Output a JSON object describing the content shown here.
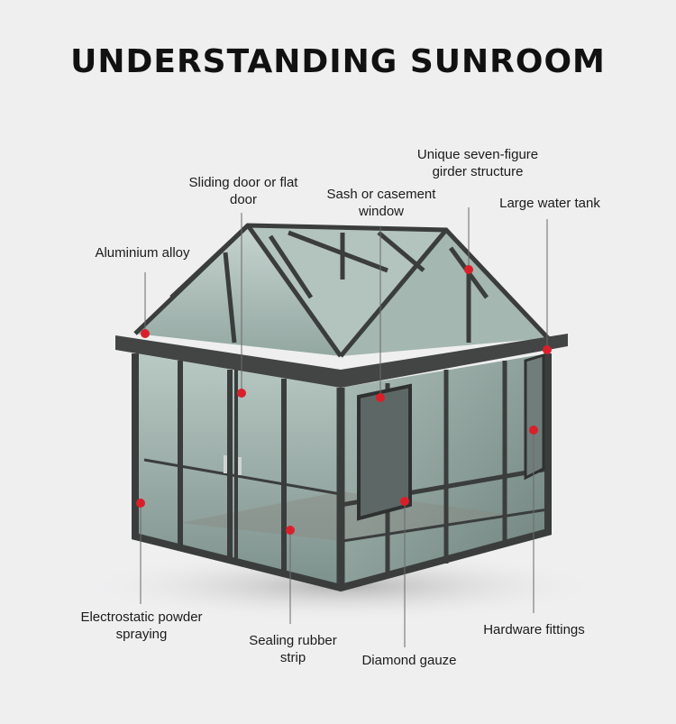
{
  "title": "UNDERSTANDING SUNROOM",
  "labels": {
    "seven_figure_girder": [
      "Unique seven-figure",
      "girder structure"
    ],
    "sliding_door": [
      "Sliding door or flat",
      "door"
    ],
    "sash_window": [
      "Sash or casement",
      "window"
    ],
    "water_tank": "Large water tank",
    "aluminium_alloy": "Aluminium alloy",
    "electrostatic": [
      "Electrostatic powder",
      "spraying"
    ],
    "sealing_strip": [
      "Sealing rubber",
      "strip"
    ],
    "diamond_gauze": "Diamond gauze",
    "hardware": "Hardware fittings"
  },
  "colors": {
    "background": "#efeff0",
    "frame": "#3b3d3d",
    "glass": "#9fb3ad",
    "marker": "#d9202a",
    "leader": "#6a6a6a"
  }
}
